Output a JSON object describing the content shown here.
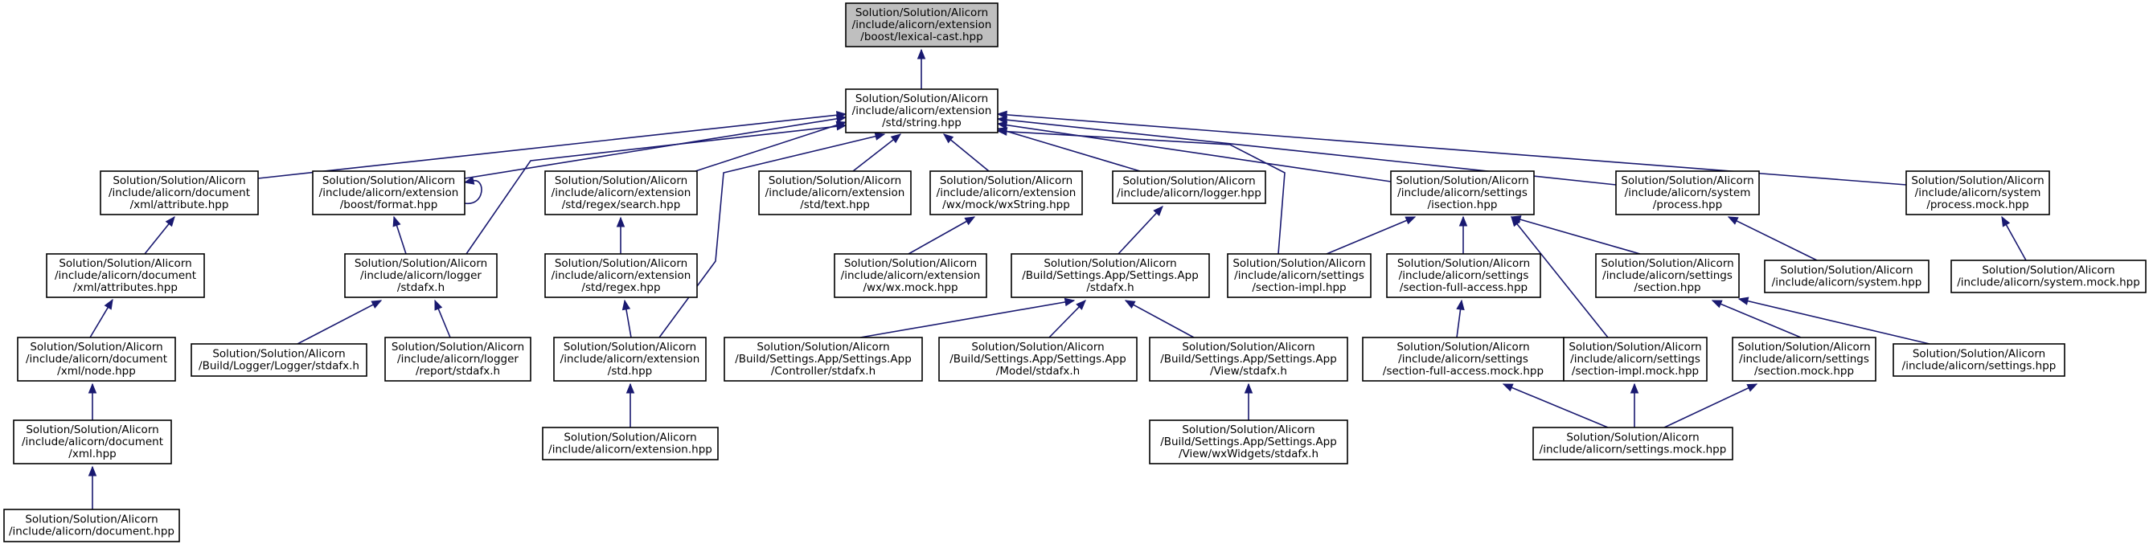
{
  "graph": {
    "edge_color": "#191970",
    "node_border_color": "#000000",
    "root_fill_color": "#bfbfbf",
    "node_fill_color": "#ffffff",
    "nodes": [
      {
        "id": "n0",
        "lines": [
          "Solution/Solution/Alicorn",
          "/include/alicorn/extension",
          "/boost/lexical-cast.hpp"
        ]
      },
      {
        "id": "n1",
        "lines": [
          "Solution/Solution/Alicorn",
          "/include/alicorn/extension",
          "/std/string.hpp"
        ]
      },
      {
        "id": "n2",
        "lines": [
          "Solution/Solution/Alicorn",
          "/include/alicorn/document",
          "/xml/attribute.hpp"
        ]
      },
      {
        "id": "n3",
        "lines": [
          "Solution/Solution/Alicorn",
          "/include/alicorn/extension",
          "/boost/format.hpp"
        ]
      },
      {
        "id": "n4",
        "lines": [
          "Solution/Solution/Alicorn",
          "/include/alicorn/extension",
          "/std/regex/search.hpp"
        ]
      },
      {
        "id": "n5",
        "lines": [
          "Solution/Solution/Alicorn",
          "/include/alicorn/extension",
          "/std/text.hpp"
        ]
      },
      {
        "id": "n6",
        "lines": [
          "Solution/Solution/Alicorn",
          "/include/alicorn/extension",
          "/wx/mock/wxString.hpp"
        ]
      },
      {
        "id": "n7",
        "lines": [
          "Solution/Solution/Alicorn",
          "/include/alicorn/logger.hpp"
        ]
      },
      {
        "id": "n8",
        "lines": [
          "Solution/Solution/Alicorn",
          "/include/alicorn/settings",
          "/isection.hpp"
        ]
      },
      {
        "id": "n9",
        "lines": [
          "Solution/Solution/Alicorn",
          "/include/alicorn/system",
          "/process.hpp"
        ]
      },
      {
        "id": "n10",
        "lines": [
          "Solution/Solution/Alicorn",
          "/include/alicorn/system",
          "/process.mock.hpp"
        ]
      },
      {
        "id": "n11",
        "lines": [
          "Solution/Solution/Alicorn",
          "/include/alicorn/document",
          "/xml/attributes.hpp"
        ]
      },
      {
        "id": "n12",
        "lines": [
          "Solution/Solution/Alicorn",
          "/include/alicorn/logger",
          "/stdafx.h"
        ]
      },
      {
        "id": "n13",
        "lines": [
          "Solution/Solution/Alicorn",
          "/include/alicorn/extension",
          "/std/regex.hpp"
        ]
      },
      {
        "id": "n14",
        "lines": [
          "Solution/Solution/Alicorn",
          "/include/alicorn/extension",
          "/wx/wx.mock.hpp"
        ]
      },
      {
        "id": "n15",
        "lines": [
          "Solution/Solution/Alicorn",
          "/Build/Settings.App/Settings.App",
          "/stdafx.h"
        ]
      },
      {
        "id": "n16",
        "lines": [
          "Solution/Solution/Alicorn",
          "/include/alicorn/settings",
          "/section-impl.hpp"
        ]
      },
      {
        "id": "n17",
        "lines": [
          "Solution/Solution/Alicorn",
          "/include/alicorn/settings",
          "/section-full-access.hpp"
        ]
      },
      {
        "id": "n18",
        "lines": [
          "Solution/Solution/Alicorn",
          "/include/alicorn/settings",
          "/section.hpp"
        ]
      },
      {
        "id": "n19",
        "lines": [
          "Solution/Solution/Alicorn",
          "/include/alicorn/system.hpp"
        ]
      },
      {
        "id": "n20",
        "lines": [
          "Solution/Solution/Alicorn",
          "/include/alicorn/system.mock.hpp"
        ]
      },
      {
        "id": "n21",
        "lines": [
          "Solution/Solution/Alicorn",
          "/include/alicorn/document",
          "/xml/node.hpp"
        ]
      },
      {
        "id": "n22",
        "lines": [
          "Solution/Solution/Alicorn",
          "/Build/Logger/Logger/stdafx.h"
        ]
      },
      {
        "id": "n23",
        "lines": [
          "Solution/Solution/Alicorn",
          "/include/alicorn/logger",
          "/report/stdafx.h"
        ]
      },
      {
        "id": "n24",
        "lines": [
          "Solution/Solution/Alicorn",
          "/include/alicorn/extension",
          "/std.hpp"
        ]
      },
      {
        "id": "n25",
        "lines": [
          "Solution/Solution/Alicorn",
          "/Build/Settings.App/Settings.App",
          "/Controller/stdafx.h"
        ]
      },
      {
        "id": "n26",
        "lines": [
          "Solution/Solution/Alicorn",
          "/Build/Settings.App/Settings.App",
          "/Model/stdafx.h"
        ]
      },
      {
        "id": "n27",
        "lines": [
          "Solution/Solution/Alicorn",
          "/Build/Settings.App/Settings.App",
          "/View/stdafx.h"
        ]
      },
      {
        "id": "n28",
        "lines": [
          "Solution/Solution/Alicorn",
          "/include/alicorn/settings",
          "/section-full-access.mock.hpp"
        ]
      },
      {
        "id": "n29",
        "lines": [
          "Solution/Solution/Alicorn",
          "/include/alicorn/settings",
          "/section-impl.mock.hpp"
        ]
      },
      {
        "id": "n30",
        "lines": [
          "Solution/Solution/Alicorn",
          "/include/alicorn/settings",
          "/section.mock.hpp"
        ]
      },
      {
        "id": "n31",
        "lines": [
          "Solution/Solution/Alicorn",
          "/include/alicorn/settings.hpp"
        ]
      },
      {
        "id": "n32",
        "lines": [
          "Solution/Solution/Alicorn",
          "/include/alicorn/document",
          "/xml.hpp"
        ]
      },
      {
        "id": "n33",
        "lines": [
          "Solution/Solution/Alicorn",
          "/include/alicorn/extension.hpp"
        ]
      },
      {
        "id": "n34",
        "lines": [
          "Solution/Solution/Alicorn",
          "/Build/Settings.App/Settings.App",
          "/View/wxWidgets/stdafx.h"
        ]
      },
      {
        "id": "n35",
        "lines": [
          "Solution/Solution/Alicorn",
          "/include/alicorn/settings.mock.hpp"
        ]
      },
      {
        "id": "n36",
        "lines": [
          "Solution/Solution/Alicorn",
          "/include/alicorn/document.hpp"
        ]
      }
    ],
    "edges": [
      {
        "from": "n1",
        "to": "n0"
      },
      {
        "from": "n2",
        "to": "n1"
      },
      {
        "from": "n3",
        "to": "n1"
      },
      {
        "from": "n4",
        "to": "n1"
      },
      {
        "from": "n5",
        "to": "n1"
      },
      {
        "from": "n6",
        "to": "n1"
      },
      {
        "from": "n7",
        "to": "n1"
      },
      {
        "from": "n8",
        "to": "n1"
      },
      {
        "from": "n9",
        "to": "n1"
      },
      {
        "from": "n10",
        "to": "n1"
      },
      {
        "from": "n12",
        "to": "n1"
      },
      {
        "from": "n24",
        "to": "n1"
      },
      {
        "from": "n16",
        "to": "n1"
      },
      {
        "from": "n3",
        "to": "n3"
      },
      {
        "from": "n11",
        "to": "n2"
      },
      {
        "from": "n21",
        "to": "n11"
      },
      {
        "from": "n32",
        "to": "n21"
      },
      {
        "from": "n36",
        "to": "n32"
      },
      {
        "from": "n12",
        "to": "n3"
      },
      {
        "from": "n22",
        "to": "n12"
      },
      {
        "from": "n23",
        "to": "n12"
      },
      {
        "from": "n13",
        "to": "n4"
      },
      {
        "from": "n24",
        "to": "n13"
      },
      {
        "from": "n33",
        "to": "n24"
      },
      {
        "from": "n14",
        "to": "n6"
      },
      {
        "from": "n15",
        "to": "n7"
      },
      {
        "from": "n25",
        "to": "n15"
      },
      {
        "from": "n26",
        "to": "n15"
      },
      {
        "from": "n27",
        "to": "n15"
      },
      {
        "from": "n34",
        "to": "n27"
      },
      {
        "from": "n16",
        "to": "n8"
      },
      {
        "from": "n17",
        "to": "n8"
      },
      {
        "from": "n18",
        "to": "n8"
      },
      {
        "from": "n29",
        "to": "n8"
      },
      {
        "from": "n28",
        "to": "n17"
      },
      {
        "from": "n30",
        "to": "n18"
      },
      {
        "from": "n31",
        "to": "n18"
      },
      {
        "from": "n35",
        "to": "n28"
      },
      {
        "from": "n35",
        "to": "n29"
      },
      {
        "from": "n35",
        "to": "n30"
      },
      {
        "from": "n19",
        "to": "n9"
      },
      {
        "from": "n20",
        "to": "n10"
      }
    ]
  }
}
